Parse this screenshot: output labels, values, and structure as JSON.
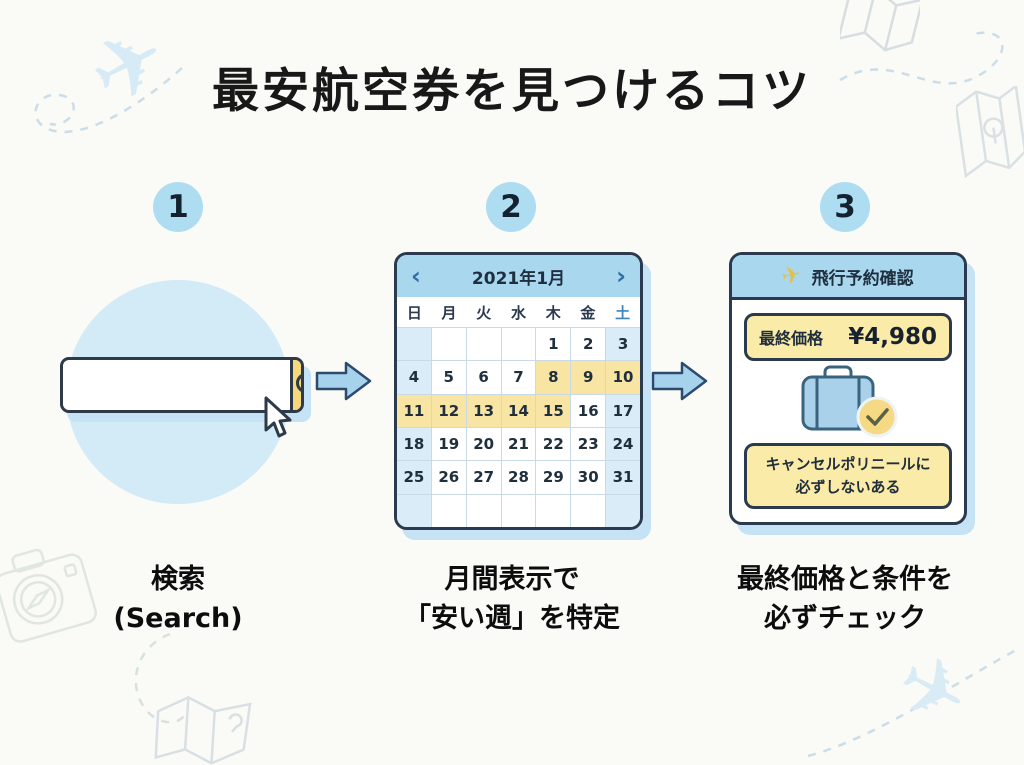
{
  "title": "最安航空券を見つけるコツ",
  "steps": [
    {
      "number": "1",
      "caption": [
        "検索",
        "(Search)"
      ]
    },
    {
      "number": "2",
      "caption": [
        "月間表示で",
        "「安い週」を特定"
      ]
    },
    {
      "number": "3",
      "caption": [
        "最終価格と条件を",
        "必ずチェック"
      ]
    }
  ],
  "search": {
    "value": "",
    "icon": "magnifier-icon"
  },
  "calendar": {
    "prev_icon": "‹",
    "next_icon": "›",
    "month_label": "2021年1月",
    "weekdays": [
      "日",
      "月",
      "火",
      "水",
      "木",
      "金",
      "土"
    ],
    "cells": [
      "",
      "",
      "",
      "",
      "1",
      "2",
      "3",
      "4",
      "5",
      "6",
      "7",
      "8",
      "9",
      "10",
      "11",
      "12",
      "13",
      "14",
      "15",
      "16",
      "17",
      "18",
      "19",
      "20",
      "21",
      "22",
      "23",
      "24",
      "25",
      "26",
      "27",
      "28",
      "29",
      "30",
      "31",
      "",
      "",
      "",
      "",
      "",
      "",
      ""
    ],
    "highlighted": [
      8,
      9,
      10,
      11,
      12,
      13,
      14,
      15
    ]
  },
  "confirmation": {
    "plane_icon": "✈",
    "header": "飛行予約確認",
    "price_label": "最終価格",
    "price_value": "¥4,980",
    "check_icon": "✓",
    "note": [
      "キャンセルポリニールに",
      "必ずしないある"
    ]
  },
  "colors": {
    "accent_blue": "#a9d7ee",
    "pale_blue": "#d9ecf7",
    "halo_blue": "#d3eaf7",
    "dark_navy": "#2b3a4e",
    "button_yellow": "#f5d87c",
    "box_yellow": "#fbeba9",
    "highlight_yellow": "#f8e5a4"
  }
}
